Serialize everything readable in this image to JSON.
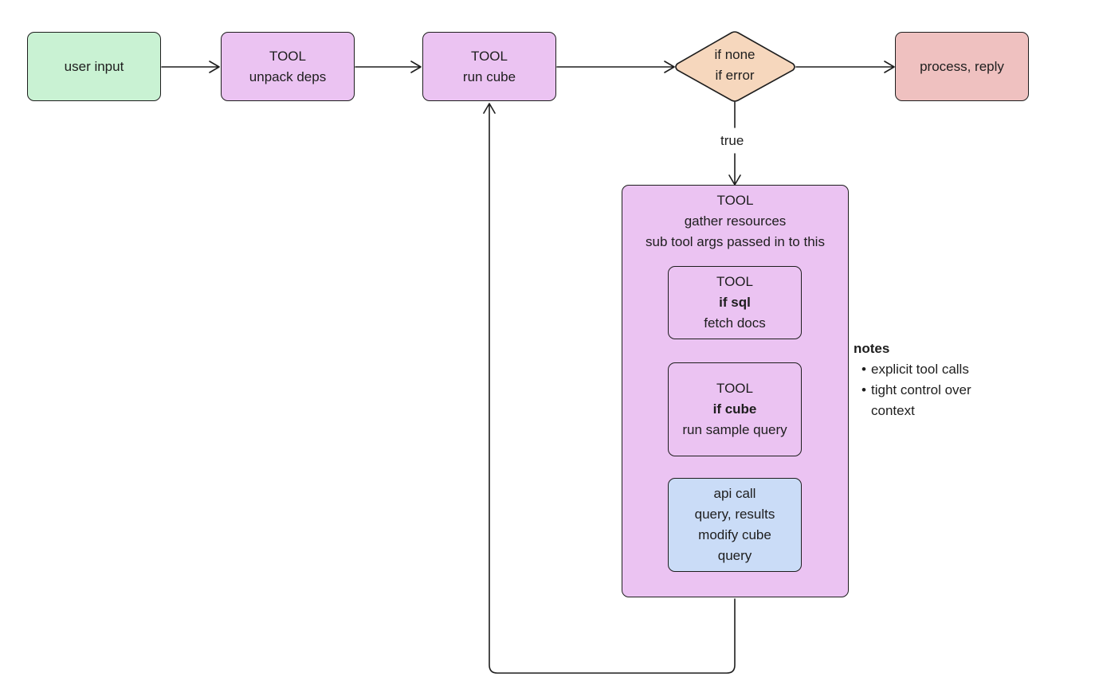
{
  "colors": {
    "green": "#c9f2d3",
    "purple": "#ebc3f2",
    "peach": "#f6d7bd",
    "red": "#efc1c0",
    "blue": "#cadcf7",
    "stroke": "#1e1e1e"
  },
  "nodes": {
    "user_input": "user input",
    "unpack": {
      "line1": "TOOL",
      "line2": "unpack deps"
    },
    "run_cube": {
      "line1": "TOOL",
      "line2": "run cube"
    },
    "decision": {
      "line1": "if none",
      "line2": "if error"
    },
    "process": "process, reply",
    "gather": {
      "line1": "TOOL",
      "line2": "gather resources",
      "line3": "sub tool args passed in to this"
    },
    "sql": {
      "line1": "TOOL",
      "line2": "if sql",
      "line3": "fetch docs"
    },
    "cube": {
      "line1": "TOOL",
      "line2": "if cube",
      "line3": "run sample query"
    },
    "api": {
      "line1": "api call",
      "line2": "query, results",
      "line3": "modify cube",
      "line4": "query"
    }
  },
  "edge_labels": {
    "true": "true"
  },
  "notes": {
    "title": "notes",
    "items": [
      "explicit tool calls",
      "tight control over context"
    ]
  }
}
